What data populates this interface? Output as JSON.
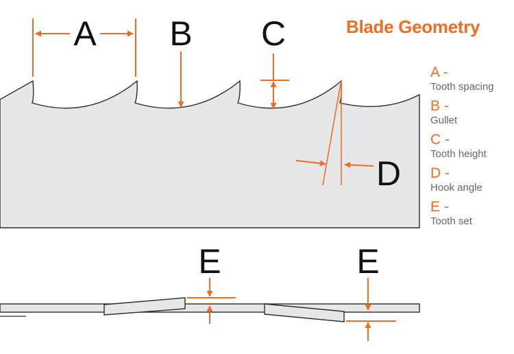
{
  "title": "Blade Geometry",
  "callouts": {
    "a": "A",
    "b": "B",
    "c": "C",
    "d": "D",
    "e1": "E",
    "e2": "E"
  },
  "legend": [
    {
      "letter": "A -",
      "desc": "Tooth spacing"
    },
    {
      "letter": "B -",
      "desc": "Gullet"
    },
    {
      "letter": "C -",
      "desc": "Tooth height"
    },
    {
      "letter": "D -",
      "desc": "Hook angle"
    },
    {
      "letter": "E -",
      "desc": "Tooth set"
    }
  ],
  "colors": {
    "accent": "#f26b22",
    "blade_fill": "#e6e7e8",
    "outline": "#2b2b2b",
    "text": "#111111",
    "legend_text": "#666666"
  }
}
